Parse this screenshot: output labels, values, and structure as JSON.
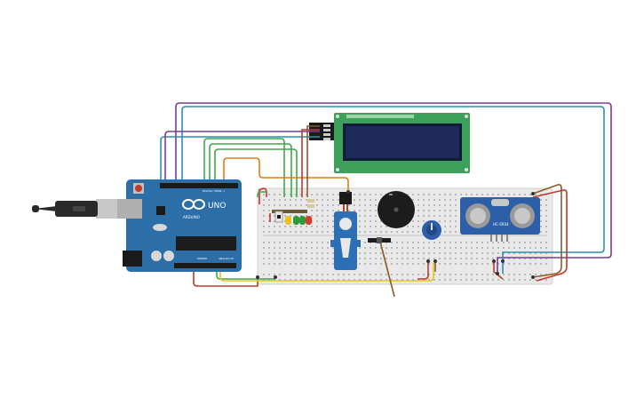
{
  "arduino": {
    "model_label": "UNO",
    "brand_label": "ARDUINO",
    "digital_header_label": "DIGITAL (PWM~)",
    "power_label": "POWER",
    "analog_label": "ANALOG IN",
    "board_color": "#2b6ea8"
  },
  "ultrasonic": {
    "model_label": "HC-SR04"
  },
  "lcd": {
    "backlight_color": "#1e2a5a",
    "pcb_color": "#3ca05a"
  },
  "leds": {
    "colors": [
      "#e8c21a",
      "#2e9a3a",
      "#2e9a3a",
      "#d93a2a"
    ]
  },
  "wire_colors": {
    "purple": "#7a3b96",
    "teal": "#2c8fb0",
    "green": "#3aa84a",
    "orange": "#e07d12",
    "red": "#c0392b",
    "yellow": "#e6c81a",
    "brown": "#8b5a2b"
  }
}
